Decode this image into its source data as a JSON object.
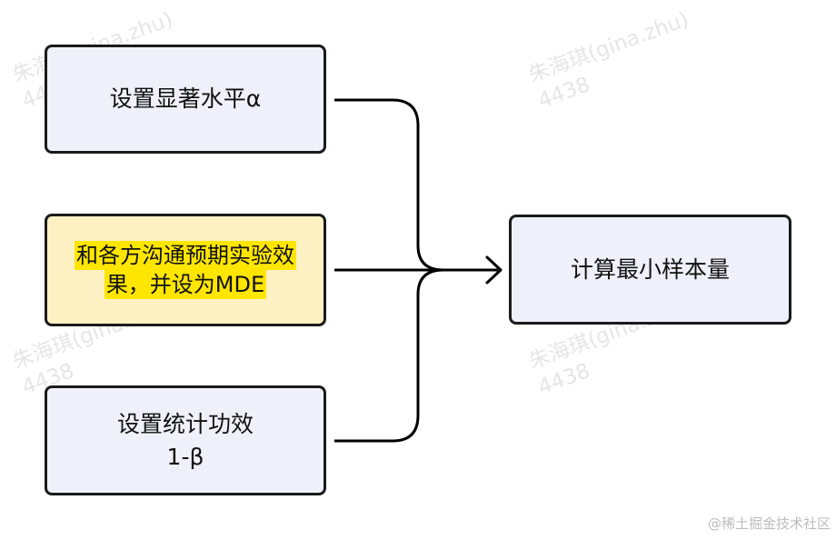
{
  "watermark": {
    "line1": "朱海琪(gina.zhu)",
    "line2": "4438"
  },
  "nodes": {
    "significance": "设置显著水平α",
    "mde_line1": "和各方沟通预期实验效",
    "mde_line2": "果，并设为MDE",
    "power_line1": "设置统计功效",
    "power_line2": "1-β",
    "result": "计算最小样本量"
  },
  "footer": "@稀土掘金技术社区"
}
